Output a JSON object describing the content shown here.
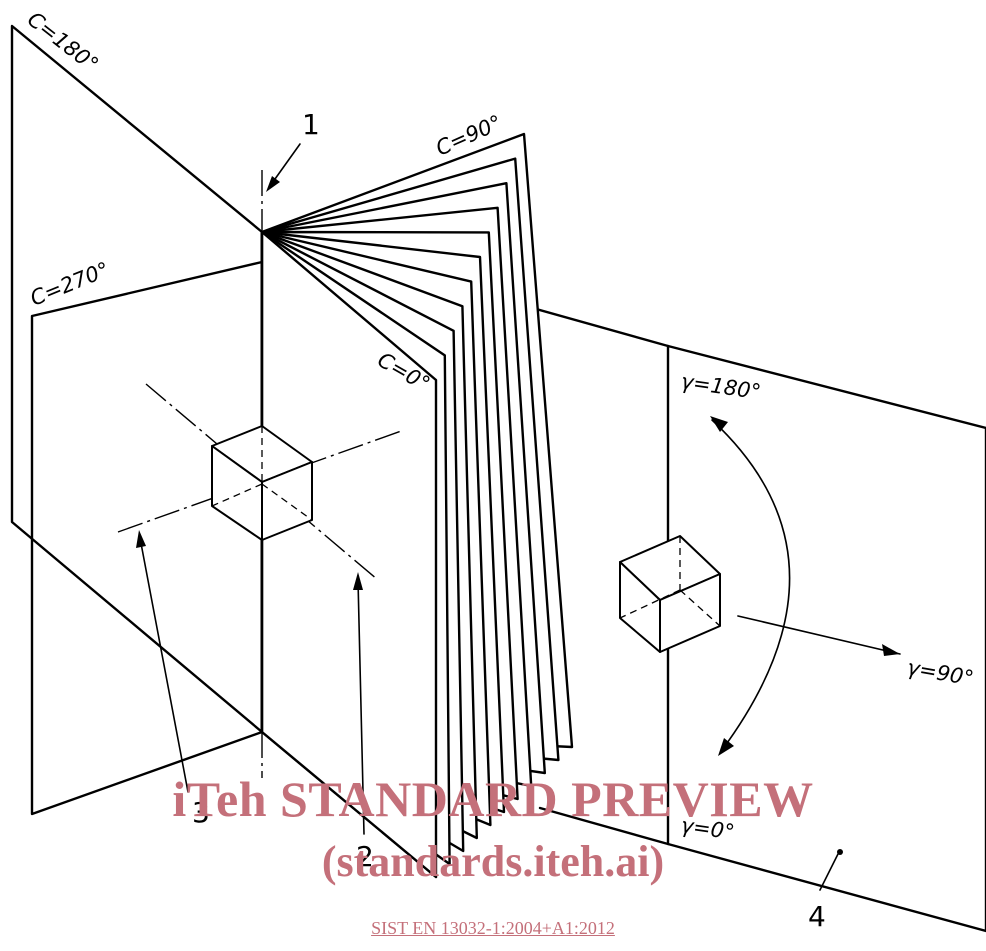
{
  "plane_labels": {
    "c180": "C=180°",
    "c270": "C=270°",
    "c90": "C=90°",
    "c0": "C=0°"
  },
  "gamma_labels": {
    "g180": "γ=180°",
    "g90": "γ=90°",
    "g0": "γ=0°"
  },
  "callouts": [
    "1",
    "2",
    "3",
    "4"
  ],
  "watermark": {
    "line1": "iTeh STANDARD PREVIEW",
    "line2": "(standards.iteh.ai)",
    "link": "SIST EN 13032-1:2004+A1:2012"
  }
}
